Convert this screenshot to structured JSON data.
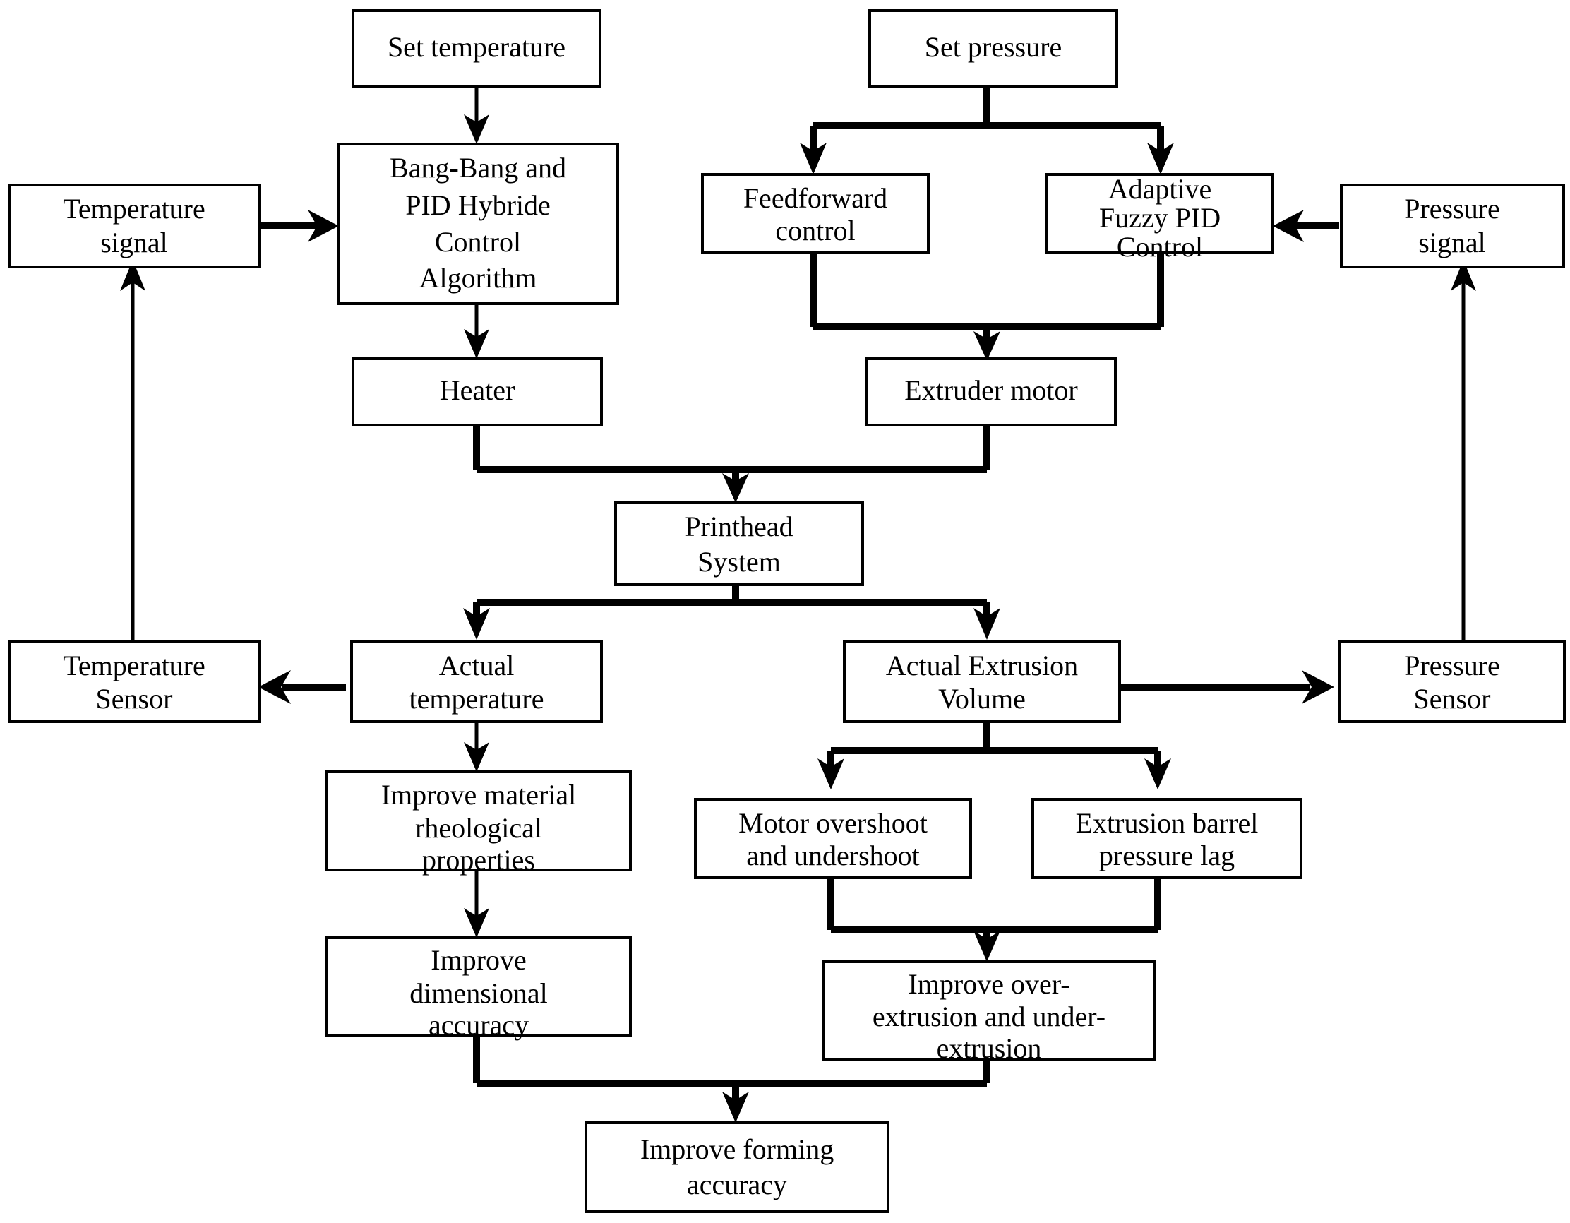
{
  "diagram": {
    "title": "Printhead Control System Flowchart",
    "background_color": "#ffffff",
    "line_color": "#000000",
    "text_color": "#000000",
    "nodes": {
      "set_temperature": {
        "label": "Set temperature",
        "lines": [
          "Set temperature"
        ]
      },
      "set_pressure": {
        "label": "Set pressure",
        "lines": [
          "Set pressure"
        ]
      },
      "temperature_signal": {
        "label": "Temperature signal",
        "lines": [
          "Temperature",
          "signal"
        ]
      },
      "bang_bang_pid": {
        "label": "Bang-Bang and PID Hybride Control Algorithm",
        "lines": [
          "Bang-Bang and",
          "PID Hybride",
          "Control",
          "Algorithm"
        ]
      },
      "feedforward_control": {
        "label": "Feedforward control",
        "lines": [
          "Feedforward",
          "control"
        ]
      },
      "adaptive_fuzzy_pid": {
        "label": "Adaptive Fuzzy PID Control",
        "lines": [
          "Adaptive",
          "Fuzzy PID",
          "Control"
        ]
      },
      "pressure_signal": {
        "label": "Pressure signal",
        "lines": [
          "Pressure",
          "signal"
        ]
      },
      "heater": {
        "label": "Heater",
        "lines": [
          "Heater"
        ]
      },
      "extruder_motor": {
        "label": "Extruder motor",
        "lines": [
          "Extruder motor"
        ]
      },
      "printhead_system": {
        "label": "Printhead System",
        "lines": [
          "Printhead",
          "System"
        ]
      },
      "temperature_sensor": {
        "label": "Temperature Sensor",
        "lines": [
          "Temperature",
          "Sensor"
        ]
      },
      "actual_temperature": {
        "label": "Actual temperature",
        "lines": [
          "Actual",
          "temperature"
        ]
      },
      "actual_extrusion_volume": {
        "label": "Actual Extrusion Volume",
        "lines": [
          "Actual Extrusion",
          "Volume"
        ]
      },
      "pressure_sensor": {
        "label": "Pressure Sensor",
        "lines": [
          "Pressure",
          "Sensor"
        ]
      },
      "improve_material_rheological": {
        "label": "Improve material rheological properties",
        "lines": [
          "Improve material",
          "rheological",
          "properties"
        ]
      },
      "motor_overshoot": {
        "label": "Motor overshoot and undershoot",
        "lines": [
          "Motor overshoot",
          "and undershoot"
        ]
      },
      "extrusion_barrel_lag": {
        "label": "Extrusion barrel pressure lag",
        "lines": [
          "Extrusion barrel",
          "pressure lag"
        ]
      },
      "improve_dimensional_accuracy": {
        "label": "Improve dimensional accuracy",
        "lines": [
          "Improve",
          "dimensional",
          "accuracy"
        ]
      },
      "improve_over_under_extrusion": {
        "label": "Improve over-extrusion and under-extrusion",
        "lines": [
          "Improve over-",
          "extrusion and under-",
          "extrusion"
        ]
      },
      "improve_forming_accuracy": {
        "label": "Improve forming accuracy",
        "lines": [
          "Improve forming",
          "accuracy"
        ]
      }
    },
    "edges": [
      {
        "from": "set_temperature",
        "to": "bang_bang_pid",
        "style": "thin"
      },
      {
        "from": "temperature_signal",
        "to": "bang_bang_pid",
        "style": "thick"
      },
      {
        "from": "bang_bang_pid",
        "to": "heater",
        "style": "thin"
      },
      {
        "from": "set_pressure",
        "to": "feedforward_control",
        "style": "thick"
      },
      {
        "from": "set_pressure",
        "to": "adaptive_fuzzy_pid",
        "style": "thick"
      },
      {
        "from": "pressure_signal",
        "to": "adaptive_fuzzy_pid",
        "style": "thick"
      },
      {
        "from": "feedforward_control",
        "to": "extruder_motor",
        "style": "thick"
      },
      {
        "from": "adaptive_fuzzy_pid",
        "to": "extruder_motor",
        "style": "thick"
      },
      {
        "from": "heater",
        "to": "printhead_system",
        "style": "thick"
      },
      {
        "from": "extruder_motor",
        "to": "printhead_system",
        "style": "thick"
      },
      {
        "from": "printhead_system",
        "to": "actual_temperature",
        "style": "thick"
      },
      {
        "from": "printhead_system",
        "to": "actual_extrusion_volume",
        "style": "thick"
      },
      {
        "from": "actual_temperature",
        "to": "temperature_sensor",
        "style": "thick"
      },
      {
        "from": "temperature_sensor",
        "to": "temperature_signal",
        "style": "thin"
      },
      {
        "from": "actual_extrusion_volume",
        "to": "pressure_sensor",
        "style": "thick"
      },
      {
        "from": "pressure_sensor",
        "to": "pressure_signal",
        "style": "thin"
      },
      {
        "from": "actual_temperature",
        "to": "improve_material_rheological",
        "style": "thin"
      },
      {
        "from": "actual_extrusion_volume",
        "to": "motor_overshoot",
        "style": "thick"
      },
      {
        "from": "actual_extrusion_volume",
        "to": "extrusion_barrel_lag",
        "style": "thick"
      },
      {
        "from": "improve_material_rheological",
        "to": "improve_dimensional_accuracy",
        "style": "thin"
      },
      {
        "from": "motor_overshoot",
        "to": "improve_over_under_extrusion",
        "style": "thick"
      },
      {
        "from": "extrusion_barrel_lag",
        "to": "improve_over_under_extrusion",
        "style": "thick"
      },
      {
        "from": "improve_dimensional_accuracy",
        "to": "improve_forming_accuracy",
        "style": "thick"
      },
      {
        "from": "improve_over_under_extrusion",
        "to": "improve_forming_accuracy",
        "style": "thick"
      }
    ]
  }
}
